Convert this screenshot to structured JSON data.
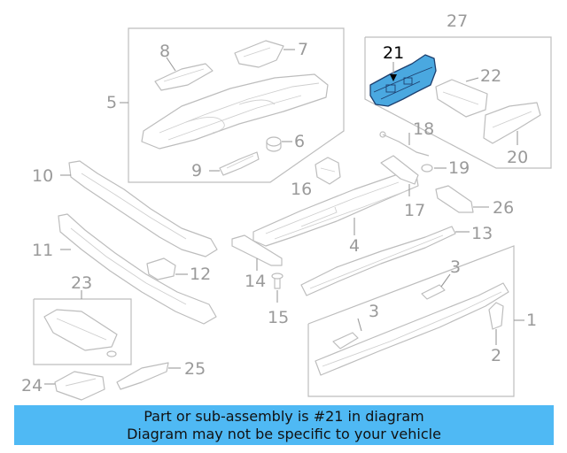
{
  "callouts": {
    "n1": "1",
    "n2": "2",
    "n3a": "3",
    "n3b": "3",
    "n4": "4",
    "n5": "5",
    "n6": "6",
    "n7": "7",
    "n8": "8",
    "n9": "9",
    "n10": "10",
    "n11": "11",
    "n12": "12",
    "n13": "13",
    "n14": "14",
    "n15": "15",
    "n16": "16",
    "n17": "17",
    "n18": "18",
    "n19": "19",
    "n20": "20",
    "n21": "21",
    "n22": "22",
    "n23": "23",
    "n24": "24",
    "n25": "25",
    "n26": "26",
    "n27": "27"
  },
  "highlighted_part": "21",
  "colors": {
    "highlight_fill": "#4aa8e0",
    "highlight_outline": "#1d3f6e",
    "banner_background": "#4fb9f4",
    "line_art": "#bdbdbd"
  },
  "banner": {
    "line1": "Part or sub-assembly is #21 in diagram",
    "line2": "Diagram may not be specific to your vehicle"
  }
}
